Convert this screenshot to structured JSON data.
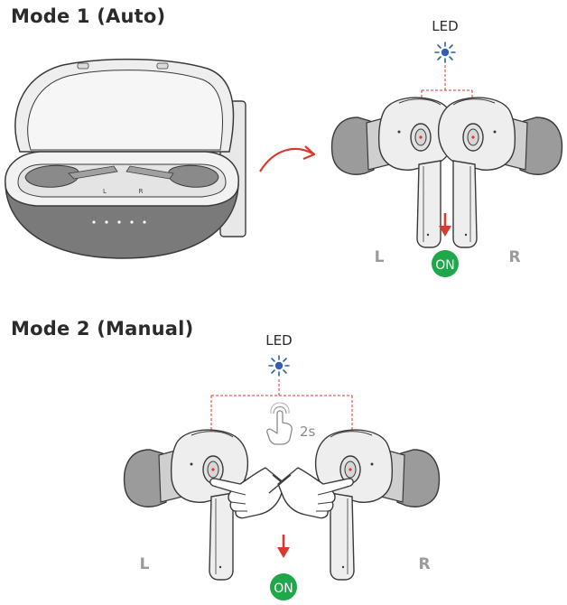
{
  "mode1": {
    "title": "Mode 1 (Auto)",
    "led_label": "LED",
    "left_label": "L",
    "right_label": "R",
    "on_badge": "ON",
    "case_left_mark": "L",
    "case_right_mark": "R"
  },
  "mode2": {
    "title": "Mode 2 (Manual)",
    "led_label": "LED",
    "hold_time": "2s",
    "left_label": "L",
    "right_label": "R",
    "on_badge": "ON"
  },
  "colors": {
    "led_blue": "#2f5fb3",
    "arrow_red": "#d93a2b",
    "on_green": "#1fa84a",
    "label_gray": "#9a9a9a",
    "outline": "#3a3a3a",
    "shell": "#eeeeee",
    "tip": "#9b9b9b",
    "case_dark": "#7a7a7a"
  }
}
